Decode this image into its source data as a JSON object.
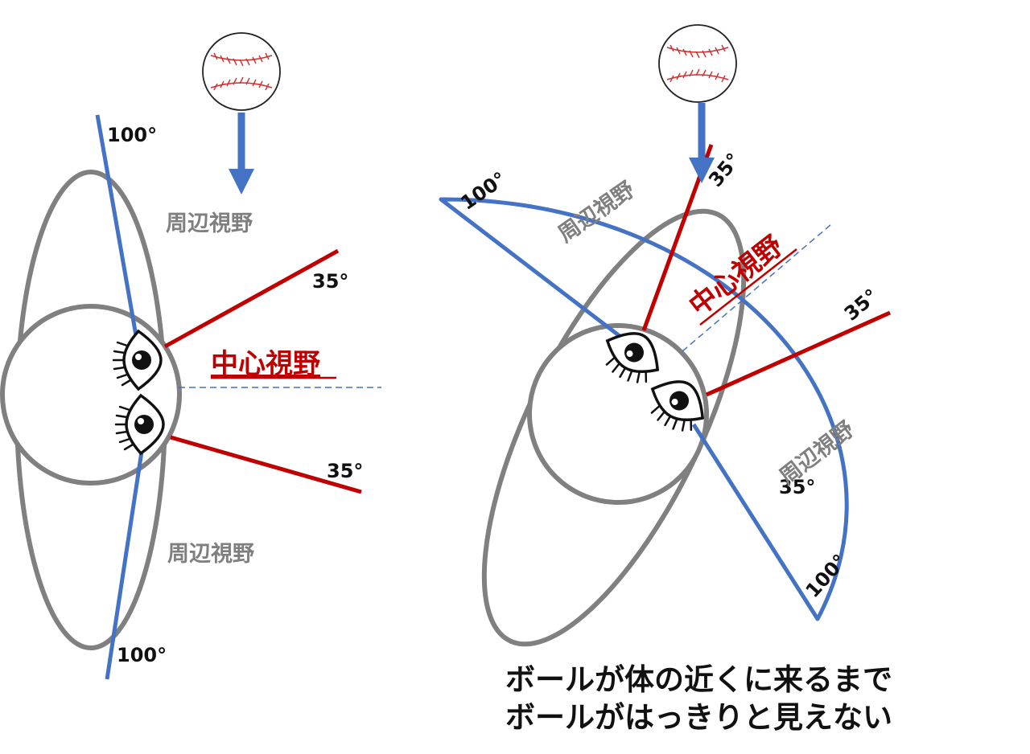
{
  "colors": {
    "peripheral_line": "#4472c4",
    "central_line": "#c00000",
    "body_outline": "#808080",
    "text_gray": "#7f7f7f",
    "text_dark": "#111111"
  },
  "icons": [
    "baseball-icon",
    "eye-icon",
    "arrow-down-icon"
  ],
  "left": {
    "angle_peripheral_top": "100°",
    "angle_peripheral_bottom": "100°",
    "angle_central_top": "35°",
    "angle_central_bottom": "35°",
    "label_peripheral_top": "周辺視野",
    "label_peripheral_bottom": "周辺視野",
    "label_central": "中心視野"
  },
  "right": {
    "angle_peripheral_top": "100°",
    "angle_peripheral_bottom": "100°",
    "angle_central_top": "35°",
    "angle_central_right": "35°",
    "angle_extra": "35°",
    "label_peripheral_top": "周辺視野",
    "label_peripheral_bottom": "周辺視野",
    "label_central": "中心視野"
  },
  "caption": {
    "line1": "ボールが体の近くに来るまで",
    "line2": "ボールがはっきりと見えない"
  }
}
